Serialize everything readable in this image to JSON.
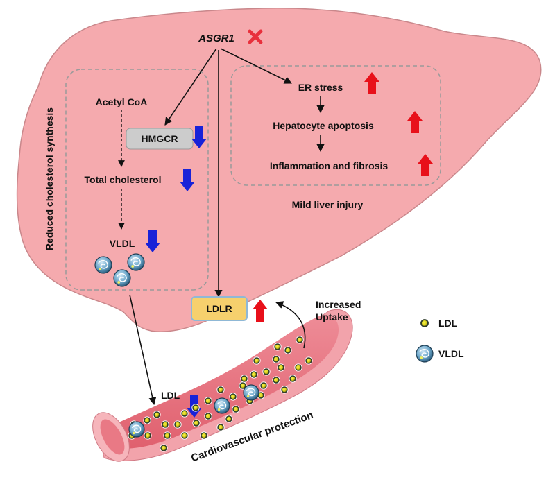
{
  "labels": {
    "asgr1": "ASGR1",
    "acetyl_coa": "Acetyl CoA",
    "hmgcr": "HMGCR",
    "total_cholesterol": "Total cholesterol",
    "vldl": "VLDL",
    "er_stress": "ER stress",
    "hepatocyte_apoptosis": "Hepatocyte apoptosis",
    "inflammation_fibrosis": "Inflammation and fibrosis",
    "mild_liver_injury": "Mild liver injury",
    "reduced_synthesis": "Reduced cholesterol synthesis",
    "ldlr": "LDLR",
    "increased_uptake_1": "Increased",
    "increased_uptake_2": "Uptake",
    "ldl_vessel": "LDL",
    "cardio": "Cardiovascular protection"
  },
  "legend": {
    "ldl": "LDL",
    "vldl": "VLDL"
  },
  "colors": {
    "liver_fill": "#f5aaae",
    "liver_stroke": "#c9878b",
    "vessel_outer": "#f2a3ab",
    "vessel_inner": "#e97985",
    "up_arrow": "#e8101a",
    "down_arrow": "#1822d8",
    "cross": "#e8303c",
    "ldlr_fill": "#f6d06d",
    "hmgcr_fill": "#cccccc"
  }
}
